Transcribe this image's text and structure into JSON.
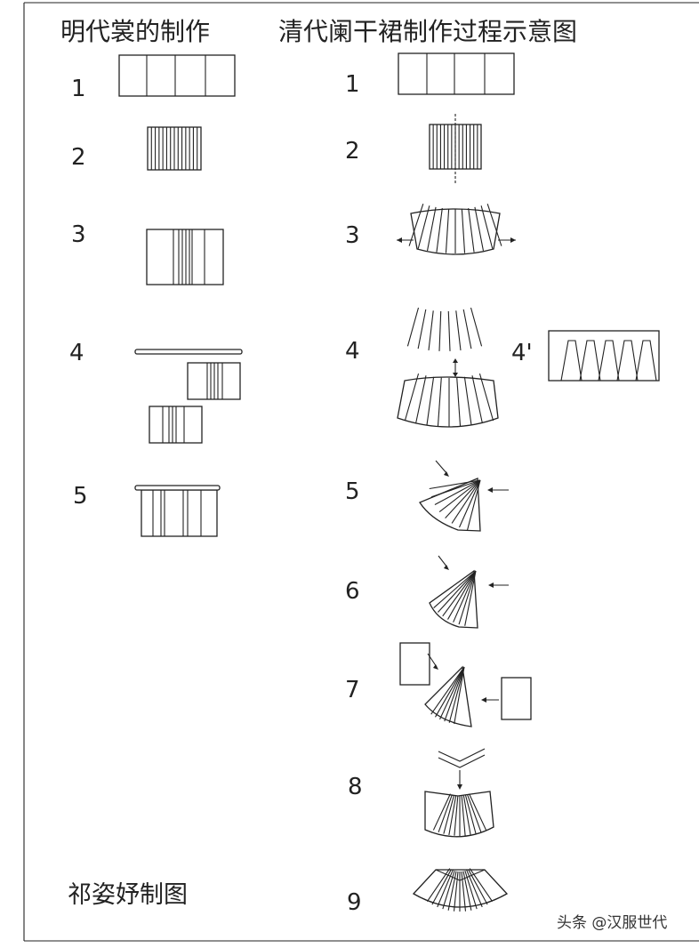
{
  "titles": {
    "left": "明代裳的制作",
    "right": "清代阑干裙制作过程示意图"
  },
  "left_steps": [
    "1",
    "2",
    "3",
    "4",
    "5"
  ],
  "right_steps": [
    "1",
    "2",
    "3",
    "4",
    "4'",
    "5",
    "6",
    "7",
    "8",
    "9"
  ],
  "caption": "祁姿妤制图",
  "watermark": "头条 @汉服世代"
}
